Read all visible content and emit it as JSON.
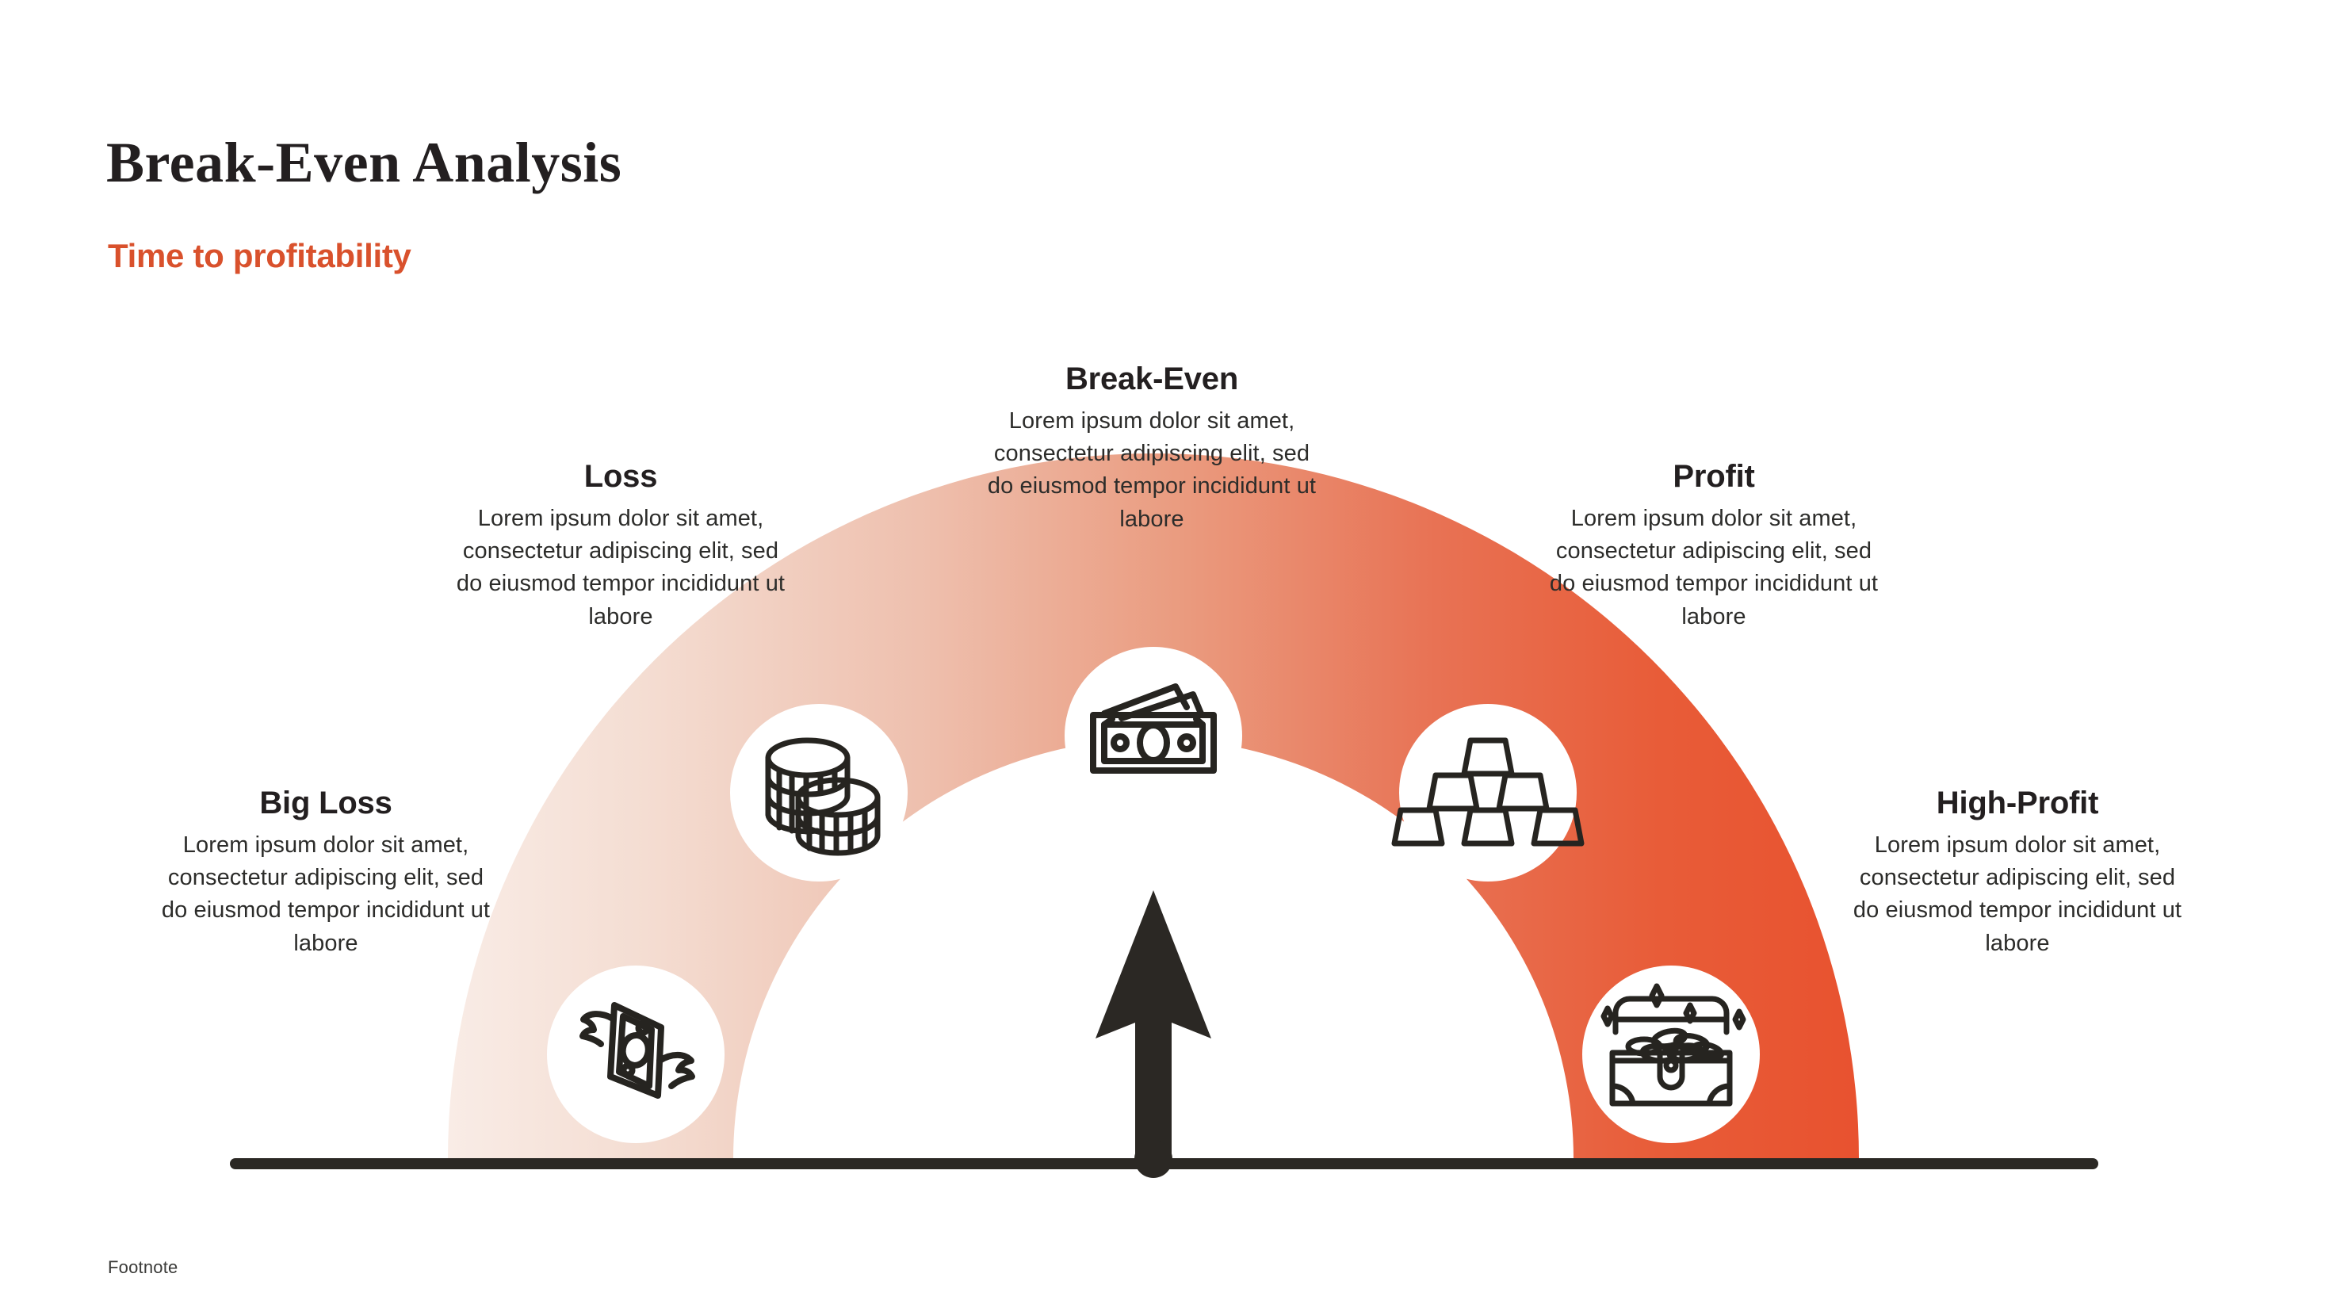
{
  "header": {
    "title": "Break-Even Analysis",
    "subtitle": "Time to profitability"
  },
  "footnote": "Footnote",
  "colors": {
    "accent": "#d9512c",
    "arc_start": "#f7e2d9",
    "arc_end": "#e8522f",
    "ink": "#231f20",
    "baseline": "#2b2824"
  },
  "gauge": {
    "needle_label": "needle pointing to break-even",
    "baseline_label": "baseline axis"
  },
  "stages": [
    {
      "id": "big-loss",
      "heading": "Big Loss",
      "body": "Lorem ipsum dolor sit amet, consectetur adipiscing elit, sed do eiusmod tempor incididunt ut labore",
      "icon": "flying-money-icon"
    },
    {
      "id": "loss",
      "heading": "Loss",
      "body": "Lorem ipsum dolor sit amet, consectetur adipiscing elit, sed do eiusmod tempor incididunt ut labore",
      "icon": "coins-stack-icon"
    },
    {
      "id": "break-even",
      "heading": "Break-Even",
      "body": "Lorem ipsum dolor sit amet, consectetur adipiscing elit, sed do eiusmod tempor incididunt ut labore",
      "icon": "banknotes-icon"
    },
    {
      "id": "profit",
      "heading": "Profit",
      "body": "Lorem ipsum dolor sit amet, consectetur adipiscing elit, sed do eiusmod tempor incididunt ut labore",
      "icon": "gold-bars-icon"
    },
    {
      "id": "high-profit",
      "heading": "High-Profit",
      "body": "Lorem ipsum dolor sit amet, consectetur adipiscing elit, sed do eiusmod tempor incididunt ut labore",
      "icon": "treasure-chest-icon"
    }
  ],
  "chart_data": {
    "type": "gauge",
    "title": "Break-Even Analysis",
    "subtitle": "Time to profitability",
    "categories": [
      "Big Loss",
      "Loss",
      "Break-Even",
      "Profit",
      "High-Profit"
    ],
    "segment_angles_deg": [
      180,
      135,
      90,
      45,
      0
    ],
    "needle_value": "Break-Even",
    "needle_angle_deg": 90,
    "gradient": [
      "#f7e2d9",
      "#e8522f"
    ],
    "legend": "none",
    "grid": false
  }
}
